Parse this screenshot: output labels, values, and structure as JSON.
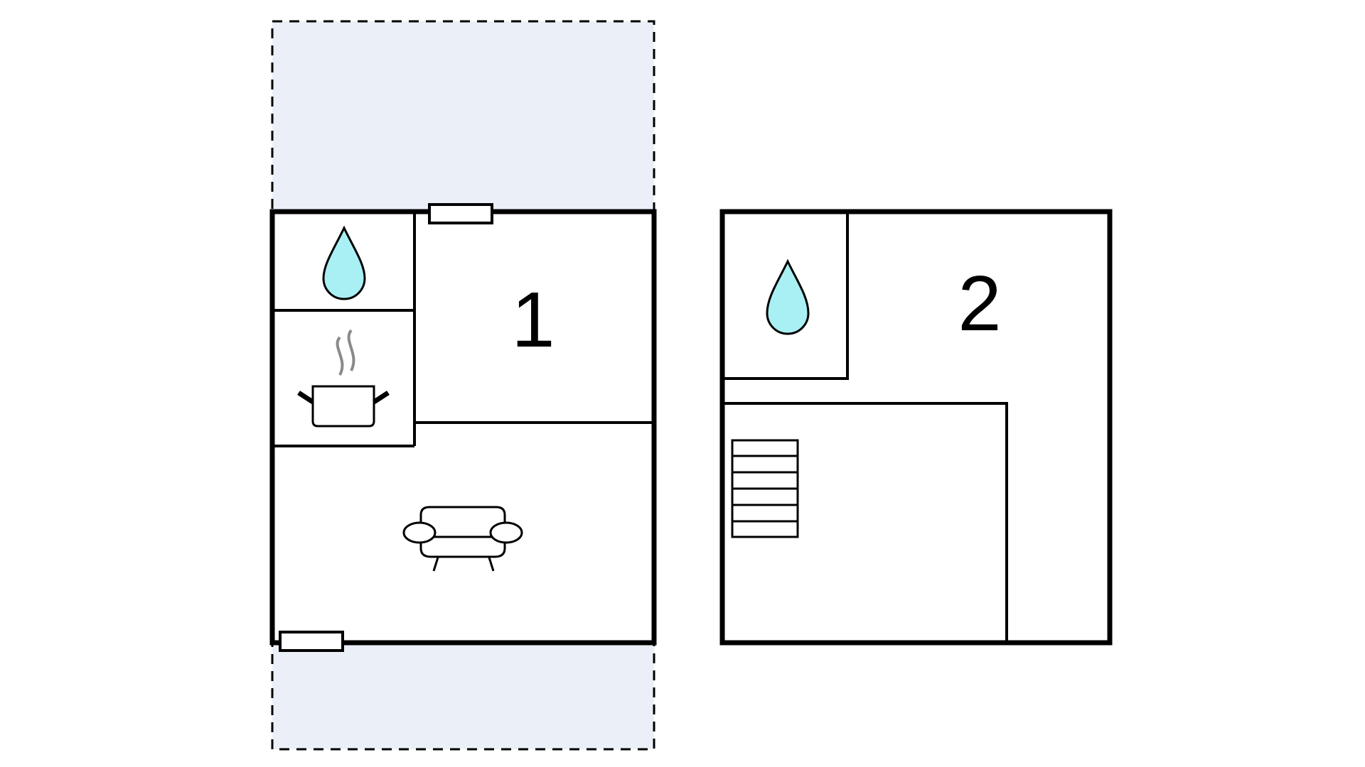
{
  "floors": [
    {
      "id": "floor-1",
      "label": "1"
    },
    {
      "id": "floor-2",
      "label": "2"
    }
  ],
  "icons": {
    "bathroom": "water-drop-icon",
    "kitchen": "cooking-pot-icon",
    "living_room": "sofa-icon",
    "stairs": "stairs-icon",
    "window": "window-icon"
  },
  "colors": {
    "wall": "#000000",
    "outdoor_area": "#ebf0f8",
    "water": "#a9f0f4",
    "steam": "#8a8a8a",
    "background": "#ffffff"
  }
}
